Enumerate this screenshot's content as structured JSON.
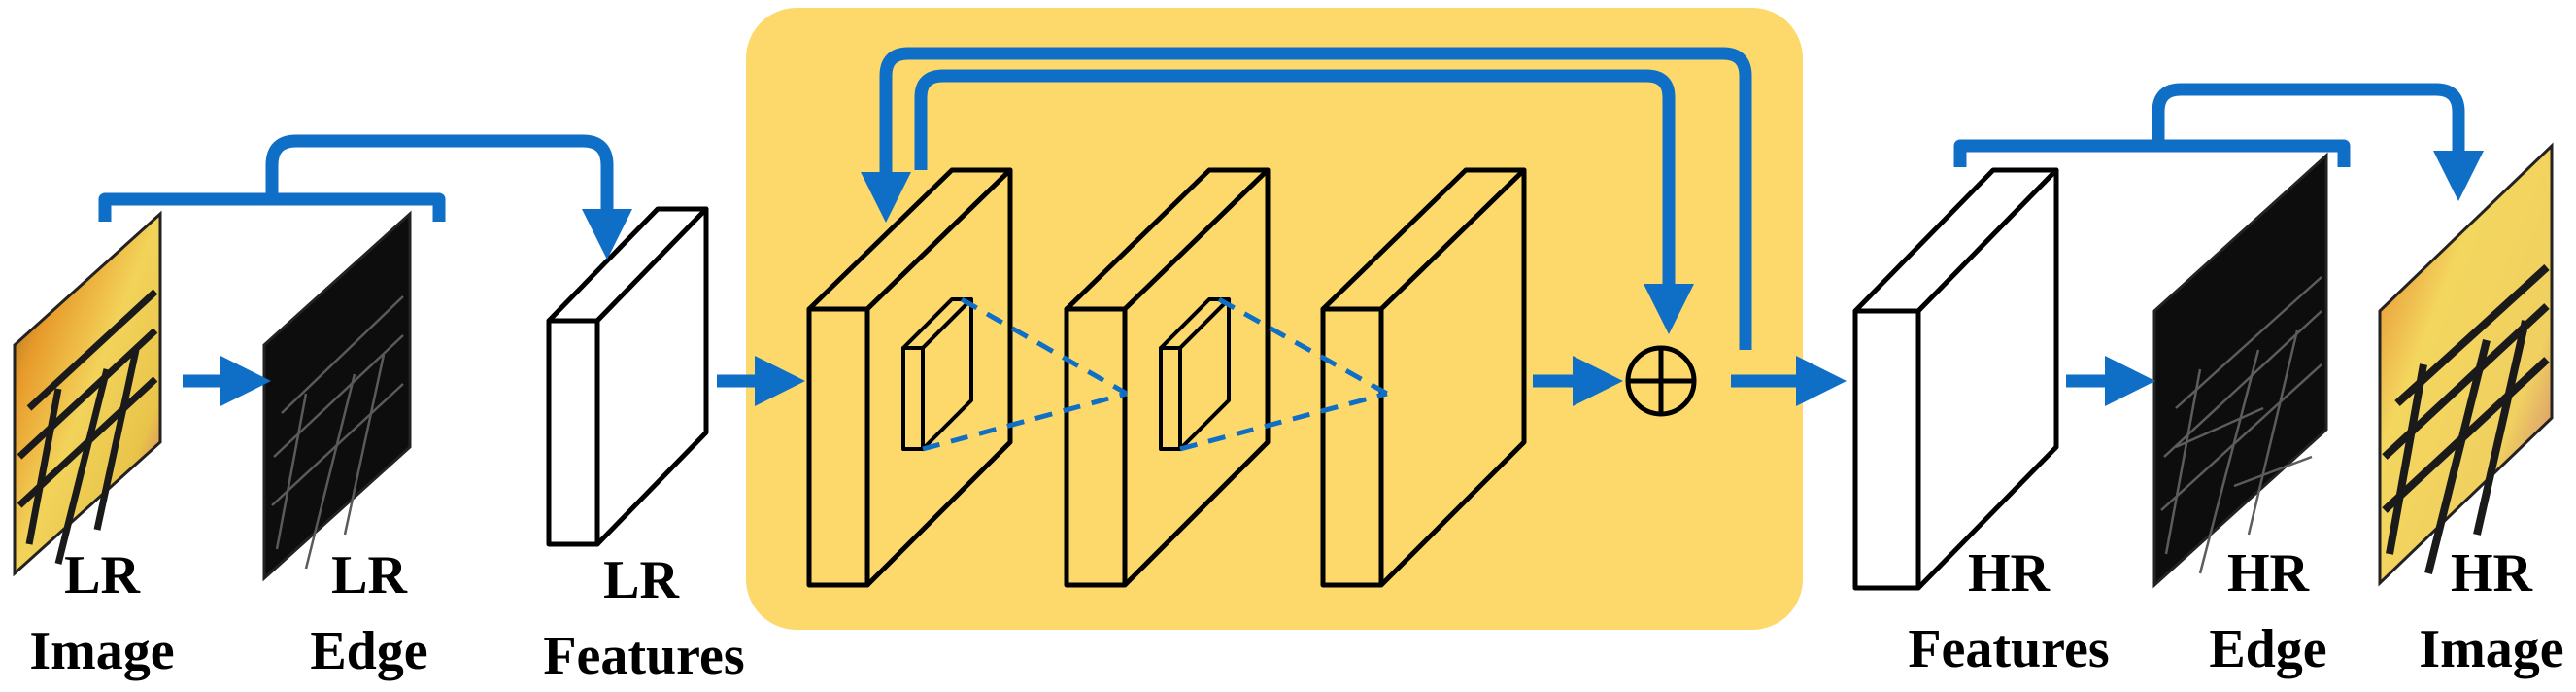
{
  "colors": {
    "arrow": "#0f6fc6",
    "panel": "#fcd96a",
    "outline": "#000000"
  },
  "labels": {
    "lr_image": [
      "LR",
      "Image"
    ],
    "lr_edge": [
      "LR",
      "Edge"
    ],
    "lr_features": [
      "LR",
      "Features"
    ],
    "hr_features": [
      "HR",
      "Features"
    ],
    "hr_edge": [
      "HR",
      "Edge"
    ],
    "hr_image": [
      "HR",
      "Image"
    ]
  },
  "symbols": {
    "sum": "⊕"
  },
  "icons": {
    "lr_image": "butterfly-photo-icon",
    "lr_edge": "butterfly-edge-map-icon",
    "hr_edge": "butterfly-edge-map-icon",
    "hr_image": "butterfly-photo-icon"
  }
}
